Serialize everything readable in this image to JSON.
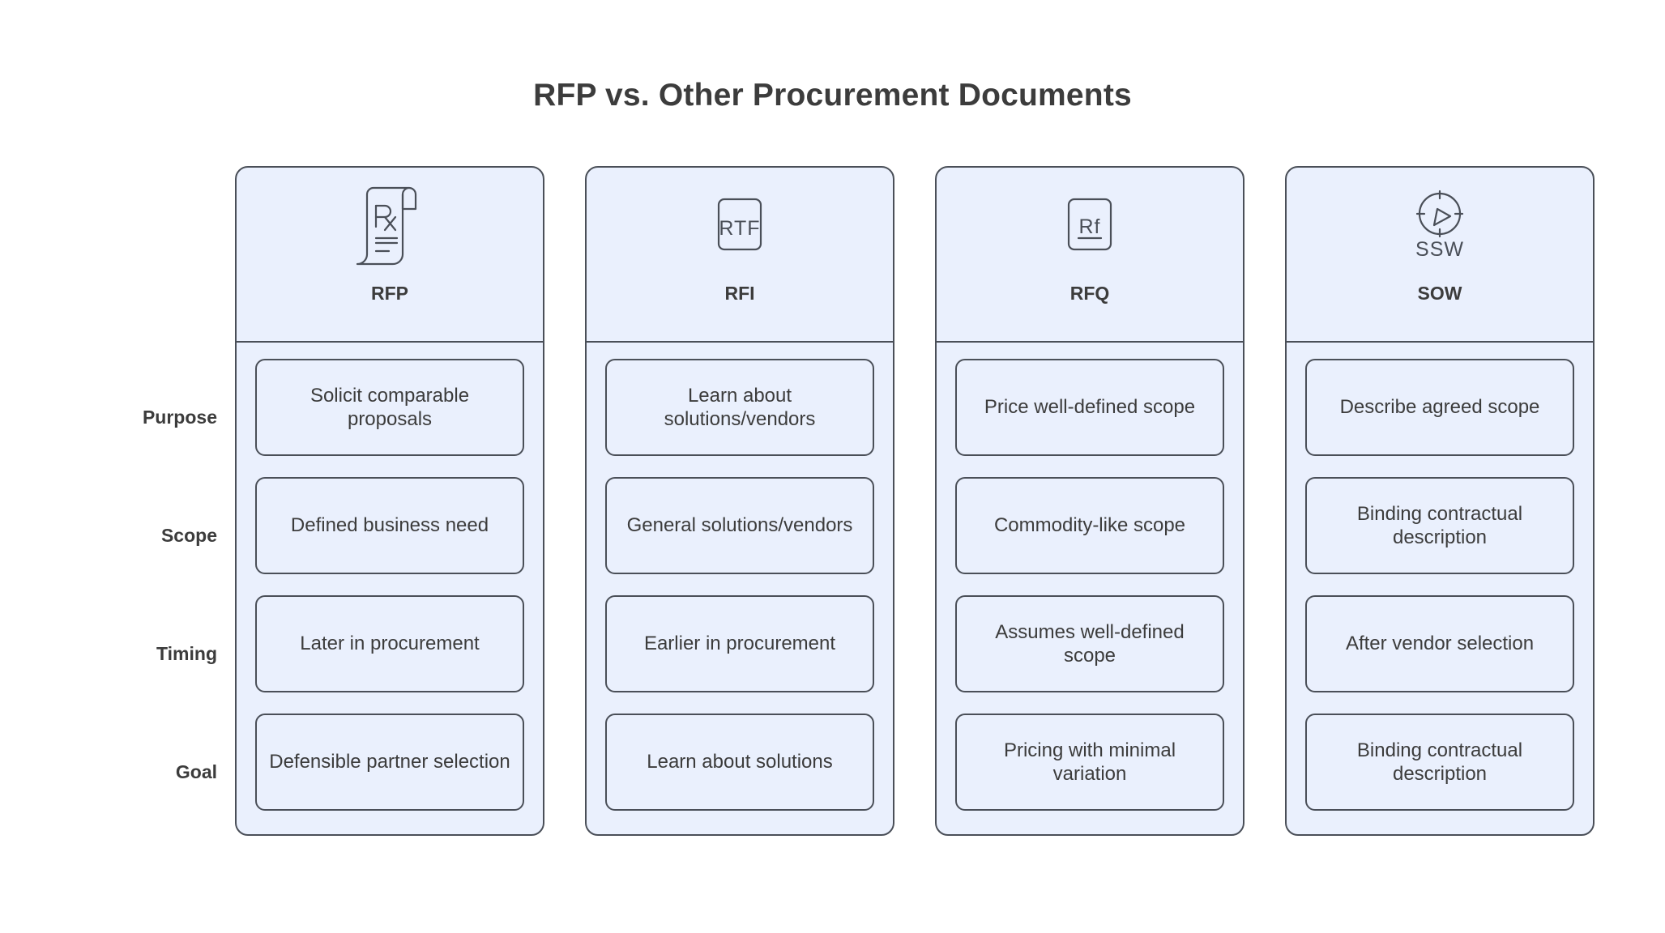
{
  "title": "RFP vs. Other Procurement Documents",
  "colors": {
    "panel_background": "#eaf0fd",
    "border": "#4a4f58",
    "text": "#3c3c3c",
    "page_background": "#ffffff"
  },
  "row_labels": [
    "Purpose",
    "Scope",
    "Timing",
    "Goal"
  ],
  "columns": [
    {
      "title": "RFP",
      "icon": "prescription-scroll-icon",
      "icon_text": "Rx",
      "cells": [
        "Solicit comparable proposals",
        "Defined business need",
        "Later in procurement",
        "Defensible partner selection"
      ]
    },
    {
      "title": "RFI",
      "icon": "rtf-file-icon",
      "icon_text": "RTF",
      "cells": [
        "Learn about solutions/vendors",
        "General solutions/vendors",
        "Earlier in procurement",
        "Learn about solutions"
      ]
    },
    {
      "title": "RFQ",
      "icon": "rf-file-icon",
      "icon_text": "Rf",
      "cells": [
        "Price well-defined scope",
        "Commodity-like scope",
        "Assumes well-defined scope",
        "Pricing with minimal variation"
      ]
    },
    {
      "title": "SOW",
      "icon": "compass-icon",
      "icon_text": "SSW",
      "cells": [
        "Describe agreed scope",
        "Binding contractual description",
        "After vendor selection",
        "Binding contractual description"
      ]
    }
  ]
}
